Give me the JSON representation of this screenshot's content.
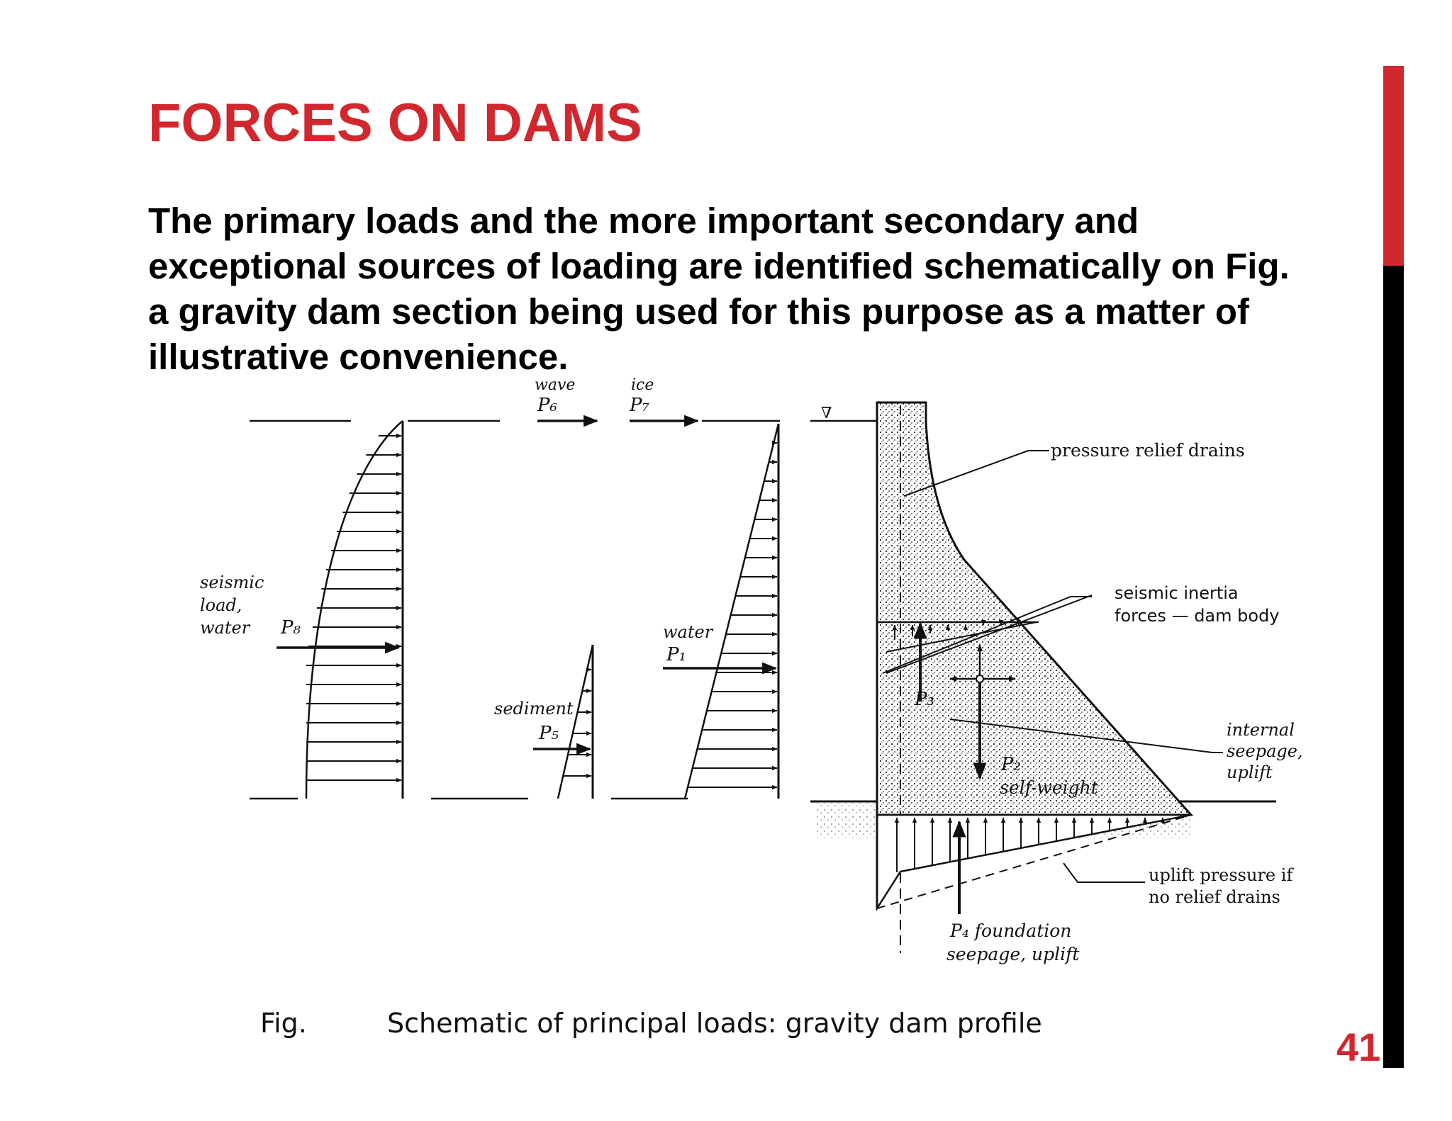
{
  "slide": {
    "title": "FORCES ON DAMS",
    "body_lines": [
      "The primary loads and the more important secondary and",
      "exceptional sources of loading are identified schematically on Fig.",
      "a gravity dam section being used for this purpose as a matter of",
      "illustrative convenience."
    ],
    "page_number": "41",
    "colors": {
      "accent": "#d0282e",
      "text": "#000000",
      "side_bar_bottom": "#000000"
    }
  },
  "figure": {
    "labels": {
      "wave": "wave",
      "p6": "P₆",
      "ice": "ice",
      "p7": "P₇",
      "seismic_1": "seismic",
      "seismic_2": "load,",
      "seismic_3": "water",
      "p8": "P₈",
      "water": "water",
      "p1": "P₁",
      "sediment": "sediment",
      "p5": "P₅",
      "p3": "P₃",
      "p2": "P₂",
      "self_weight": "self-weight",
      "pressure_relief_drains": "pressure relief drains",
      "seismic_inertia_1": "seismic inertia",
      "seismic_inertia_2": "forces — dam body",
      "internal_1": "internal",
      "internal_2": "seepage,",
      "internal_3": "uplift",
      "uplift_1": "uplift pressure if",
      "uplift_2": "no relief drains",
      "p4_1": "P₄ foundation",
      "p4_2": "seepage, uplift",
      "water_level_symbol": "∇"
    },
    "caption": {
      "prefix": "Fig.",
      "text": "Schematic of principal loads: gravity dam profile"
    }
  }
}
